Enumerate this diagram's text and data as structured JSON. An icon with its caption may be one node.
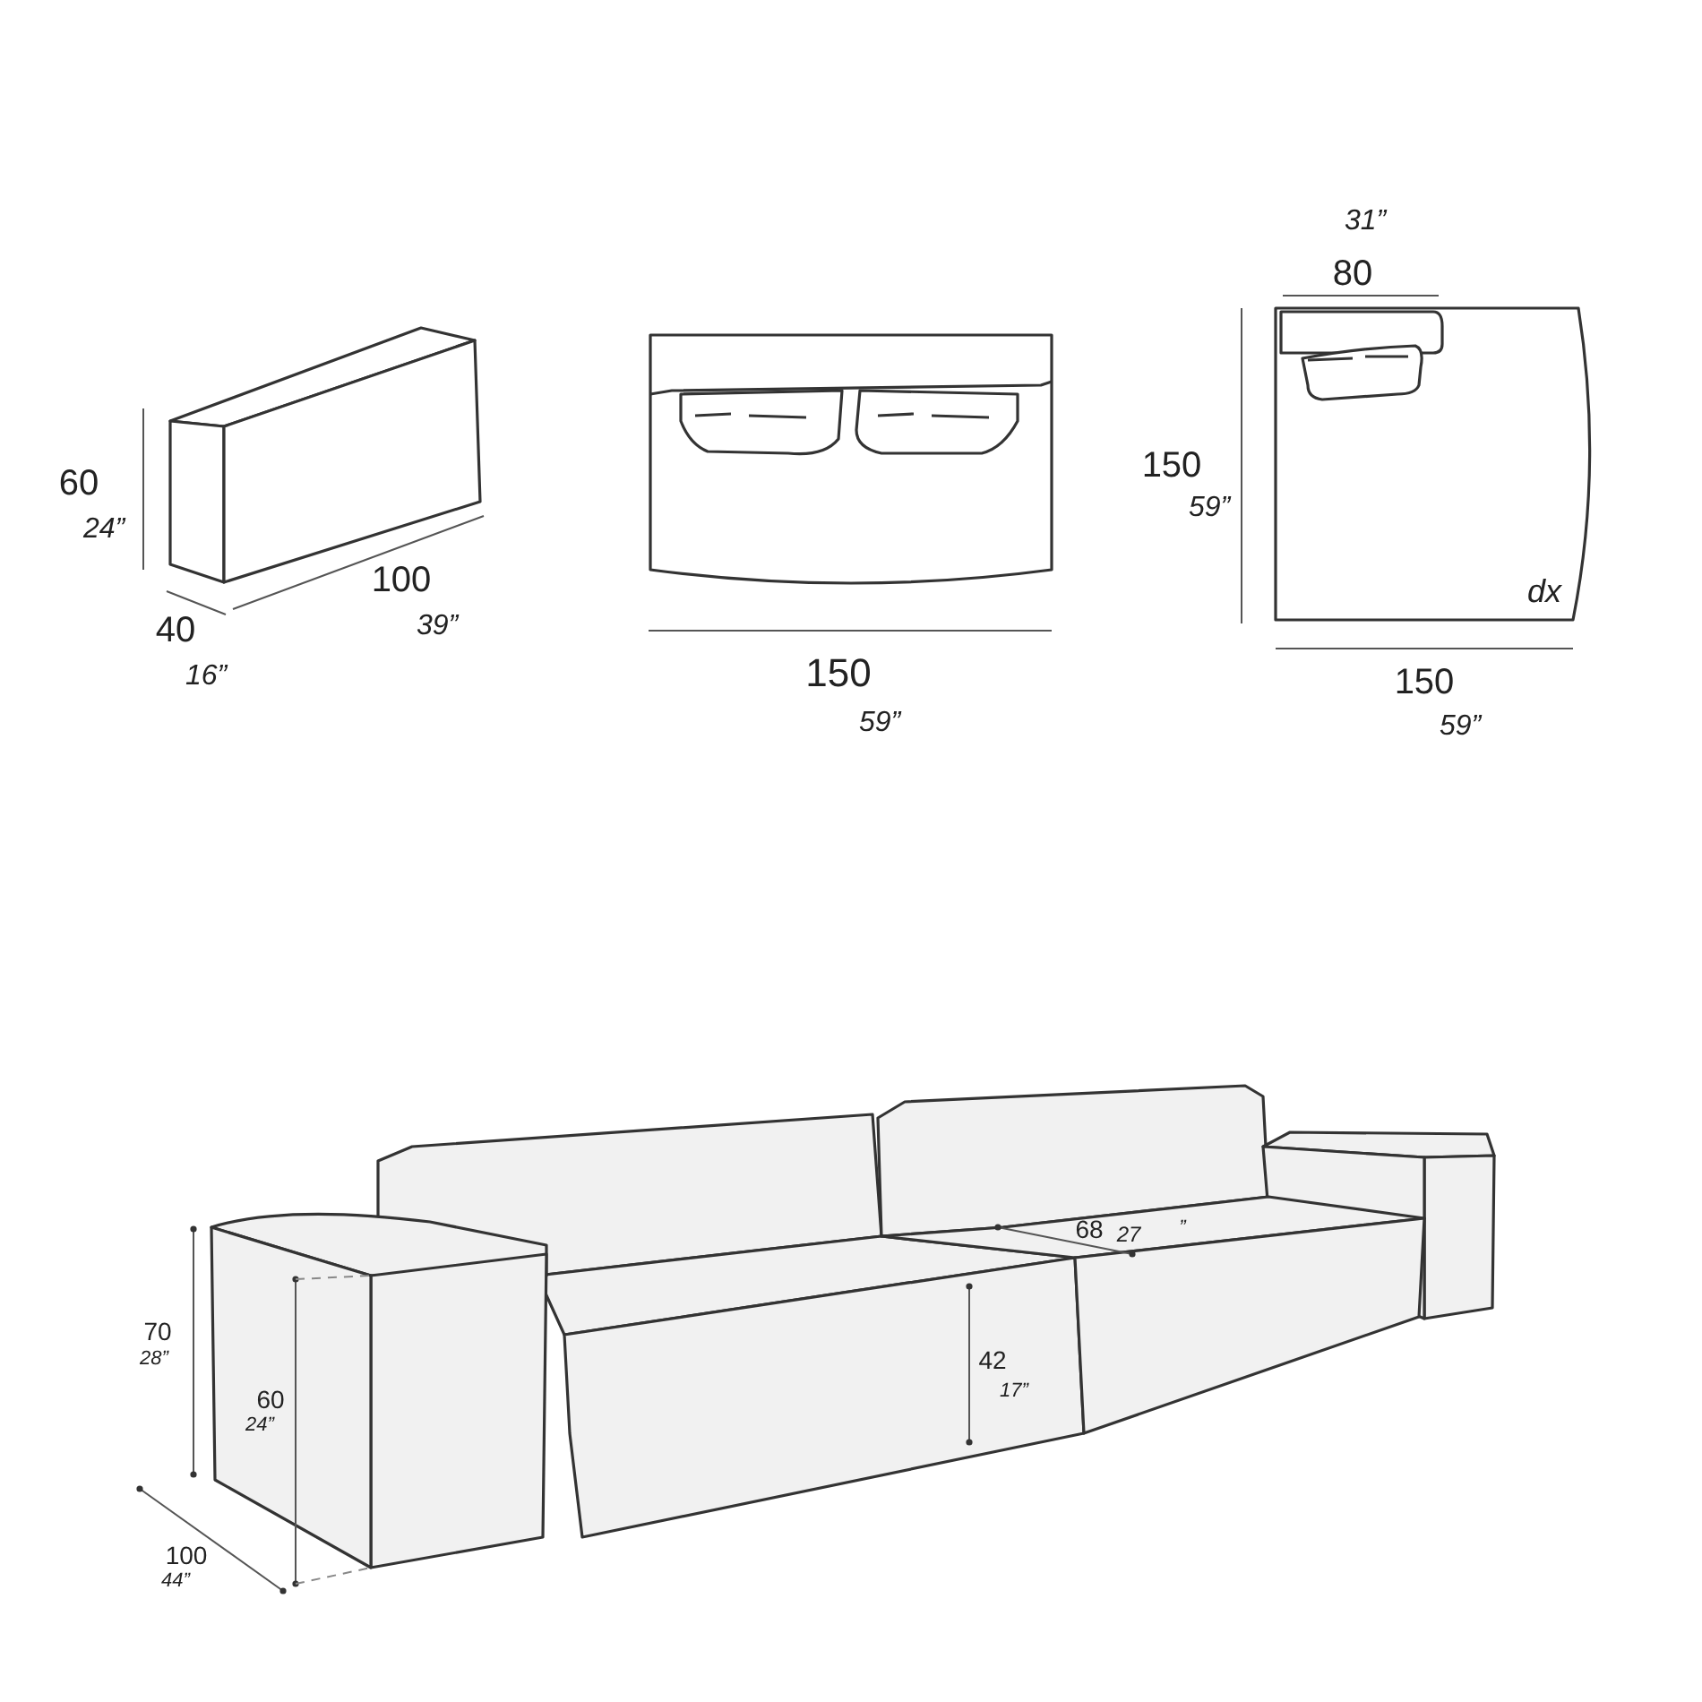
{
  "diagram": {
    "labels": [
      "60",
      "24”",
      "100",
      "39”",
      "40",
      "16”",
      "150",
      "59”",
      "31”",
      "80",
      "150",
      "59”",
      "dx",
      "150",
      "59”",
      "68",
      "27",
      "”",
      "70",
      "28”",
      "60",
      "24”",
      "42",
      "17”",
      "100",
      "44”"
    ]
  }
}
